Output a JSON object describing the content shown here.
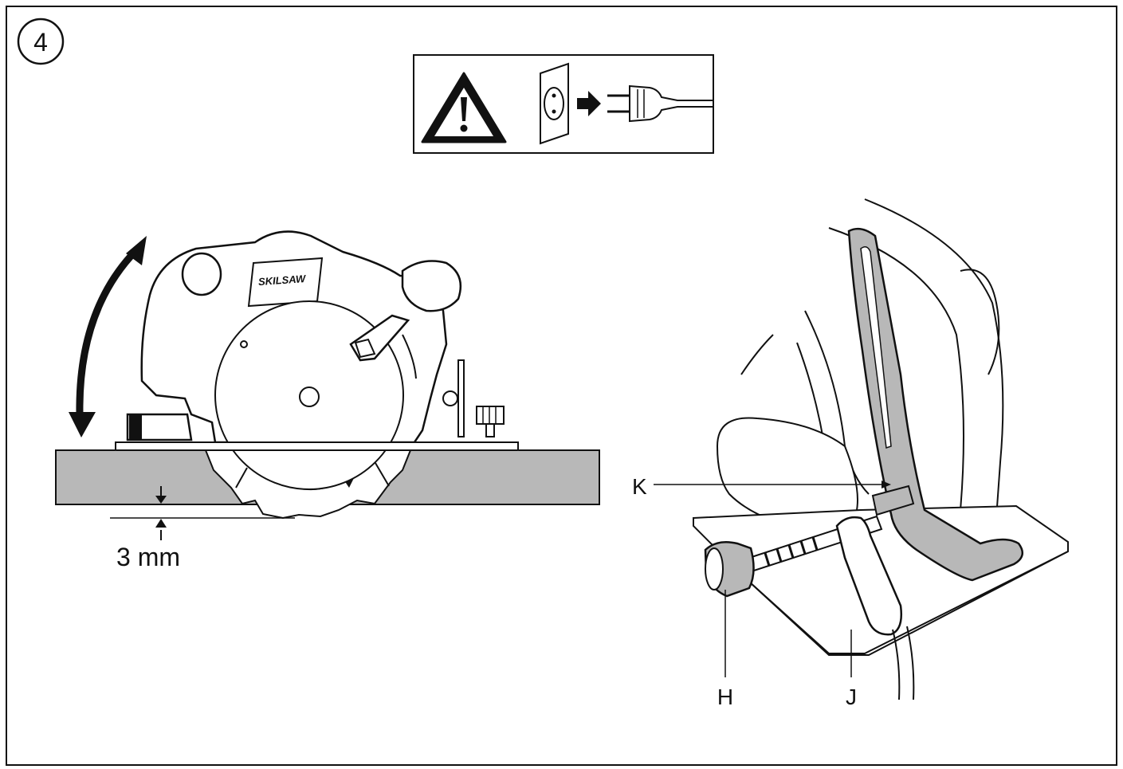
{
  "figure": {
    "step_number": "4",
    "depth_label": "3 mm",
    "brand_label": "SKILSAW",
    "callouts": {
      "k": "K",
      "h": "H",
      "j": "J"
    }
  },
  "icons": {
    "warning": "warning-triangle-icon",
    "unplug": "unplug-from-outlet-icon"
  },
  "colors": {
    "ink": "#111111",
    "shade": "#b8b8b8",
    "paper": "#ffffff"
  }
}
